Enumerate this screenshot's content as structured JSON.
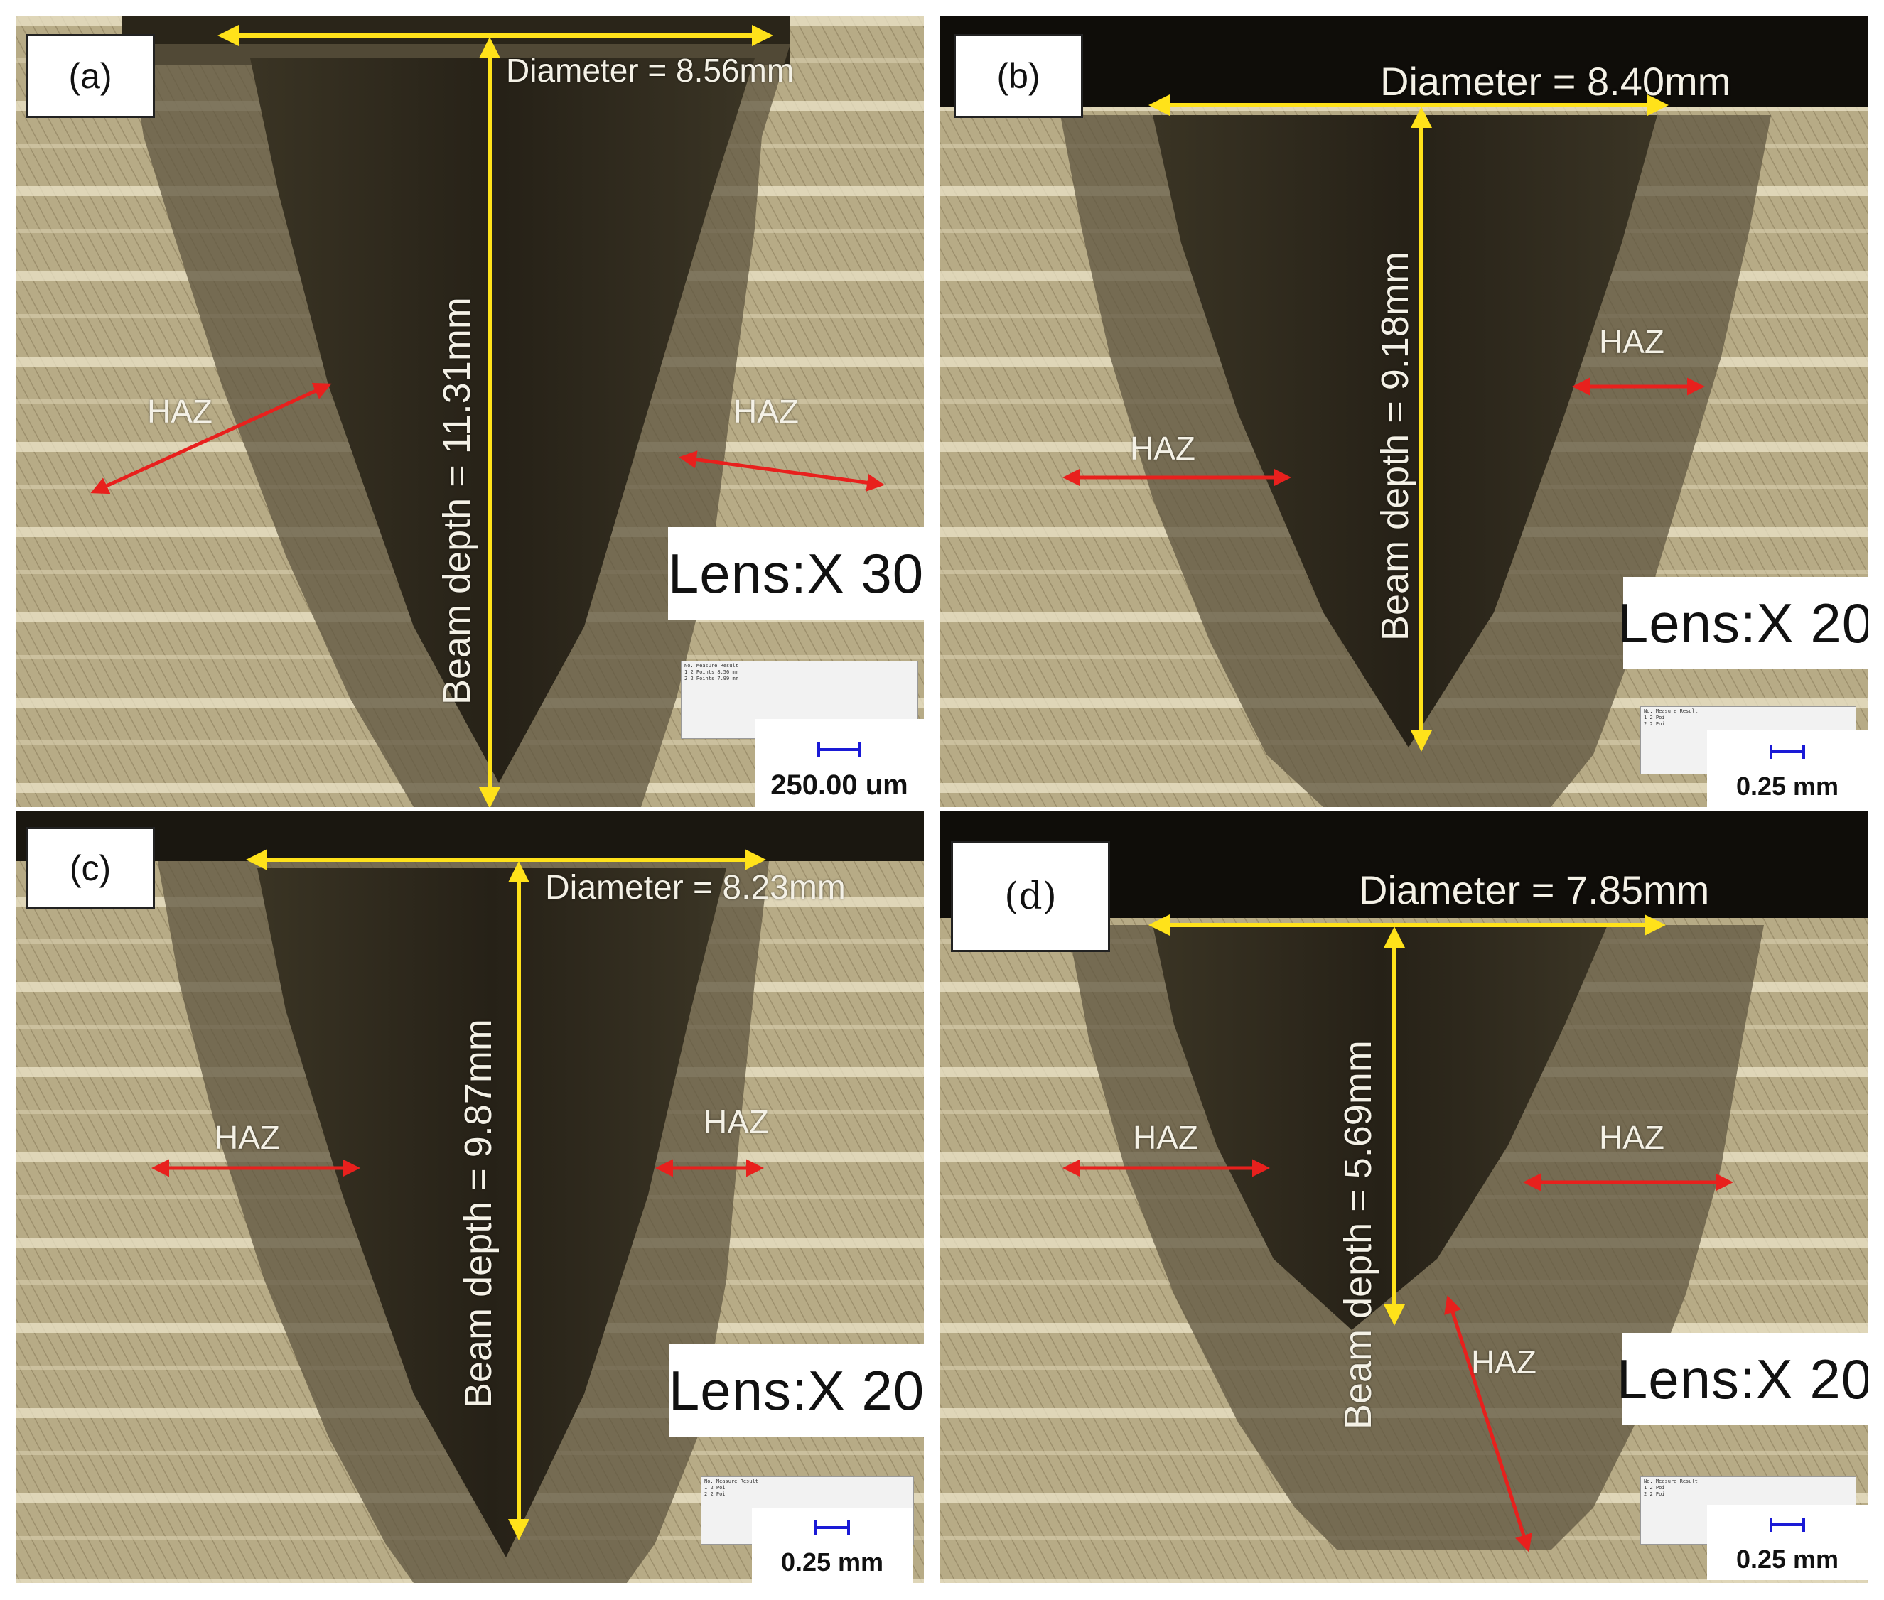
{
  "colors": {
    "measure_line": "#ffe21a",
    "haz_arrow": "#e8201d",
    "scale_bar": "#1a1ad6",
    "label_text": "#f4f1e6",
    "background_metal": "#b9ad88",
    "weld_zone": "#2e2a1f"
  },
  "panels": [
    {
      "id": "a",
      "letter": "(a)",
      "diameter_label": "Diameter = 8.56mm",
      "depth_label": "Beam depth = 11.31mm",
      "lens_label": "Lens:X 30",
      "scale_label": "250.00 um",
      "haz_labels": [
        "HAZ",
        "HAZ"
      ],
      "result_table": {
        "headers": [
          "No.",
          "Measure",
          "Result"
        ],
        "rows": [
          [
            "1",
            "2 Points",
            "8.56 mm"
          ],
          [
            "2",
            "2 Points",
            "7.99 mm"
          ]
        ]
      }
    },
    {
      "id": "b",
      "letter": "(b)",
      "diameter_label": "Diameter = 8.40mm",
      "depth_label": "Beam depth = 9.18mm",
      "lens_label": "Lens:X 20",
      "scale_label": "0.25 mm",
      "haz_labels": [
        "HAZ",
        "HAZ"
      ],
      "result_table": {
        "headers": [
          "No.",
          "Measure",
          "Result"
        ],
        "rows": [
          [
            "1",
            "2 Poi",
            ""
          ],
          [
            "2",
            "2 Poi",
            ""
          ]
        ]
      }
    },
    {
      "id": "c",
      "letter": "(c)",
      "diameter_label": "Diameter = 8.23mm",
      "depth_label": "Beam depth = 9.87mm",
      "lens_label": "Lens:X 20",
      "scale_label": "0.25 mm",
      "haz_labels": [
        "HAZ",
        "HAZ"
      ],
      "result_table": {
        "headers": [
          "No.",
          "Measure",
          "Result"
        ],
        "rows": [
          [
            "1",
            "2 Poi",
            ""
          ],
          [
            "2",
            "2 Poi",
            ""
          ]
        ]
      }
    },
    {
      "id": "d",
      "letter": "(d)",
      "diameter_label": "Diameter = 7.85mm",
      "depth_label": "Beam depth = 5.69mm",
      "lens_label": "Lens:X 20",
      "scale_label": "0.25 mm",
      "haz_labels": [
        "HAZ",
        "HAZ",
        "HAZ"
      ],
      "result_table": {
        "headers": [
          "No.",
          "Measure",
          "Result"
        ],
        "rows": [
          [
            "1",
            "2 Poi",
            ""
          ],
          [
            "2",
            "2 Poi",
            ""
          ]
        ]
      }
    }
  ]
}
